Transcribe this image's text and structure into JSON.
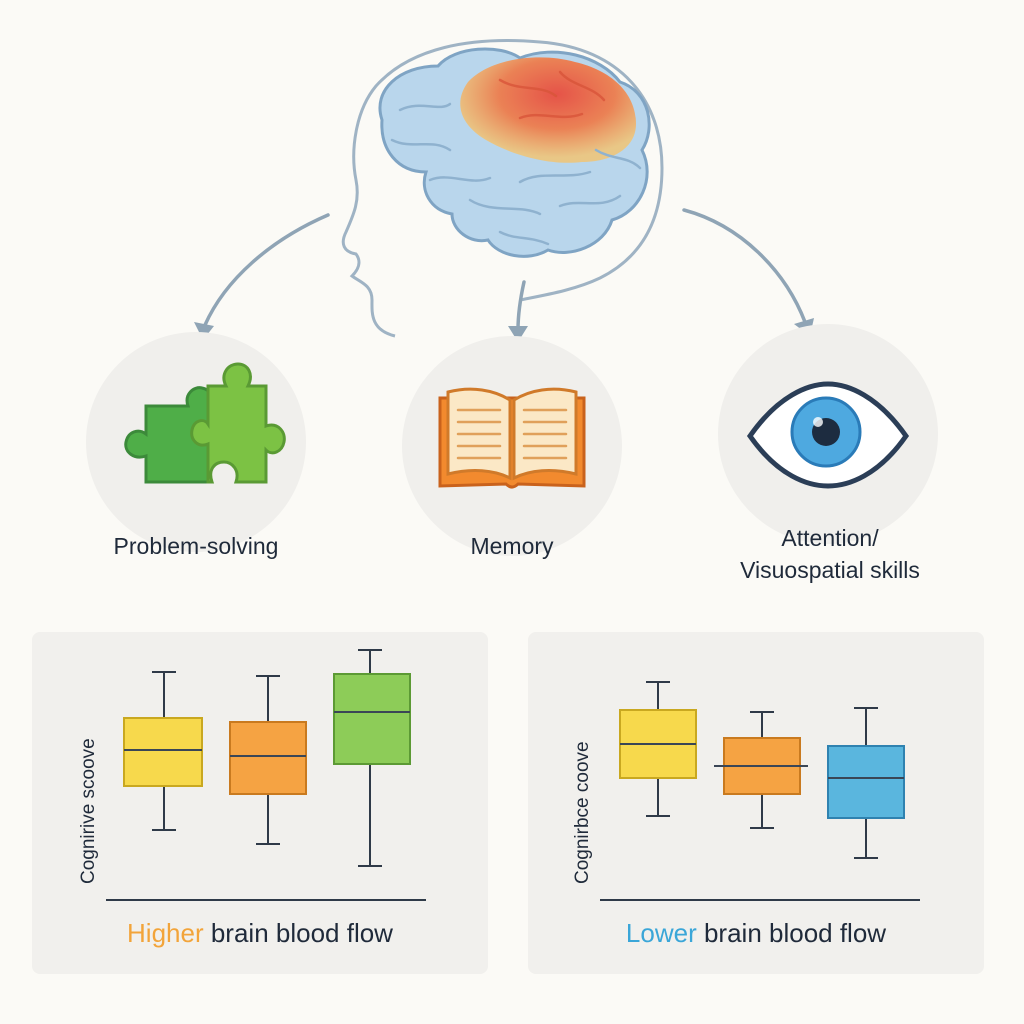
{
  "skills": [
    {
      "id": "problem",
      "label": "Problem-solving"
    },
    {
      "id": "memory",
      "label": "Memory"
    },
    {
      "id": "attention",
      "label_line1": "Attention/",
      "label_line2": "Visuospatial skills"
    }
  ],
  "panels": {
    "higher": {
      "title_accent": "Higher",
      "title_rest": " brain blood flow",
      "accent_color": "#f2a43a",
      "ylabel": "Cognirive scoove"
    },
    "lower": {
      "title_accent": "Lower",
      "title_rest": " brain blood flow",
      "accent_color": "#3aa6d8",
      "ylabel": "Cognirbce coove"
    }
  },
  "colors": {
    "yellow": "#f7d94c",
    "orange": "#f5a343",
    "green": "#8dcc58",
    "blue": "#5ab6de",
    "arrow": "#8fa4b5",
    "outline": "#2f3a48"
  },
  "icons": [
    "brain-head-icon",
    "puzzle-icon",
    "book-icon",
    "eye-icon"
  ]
}
